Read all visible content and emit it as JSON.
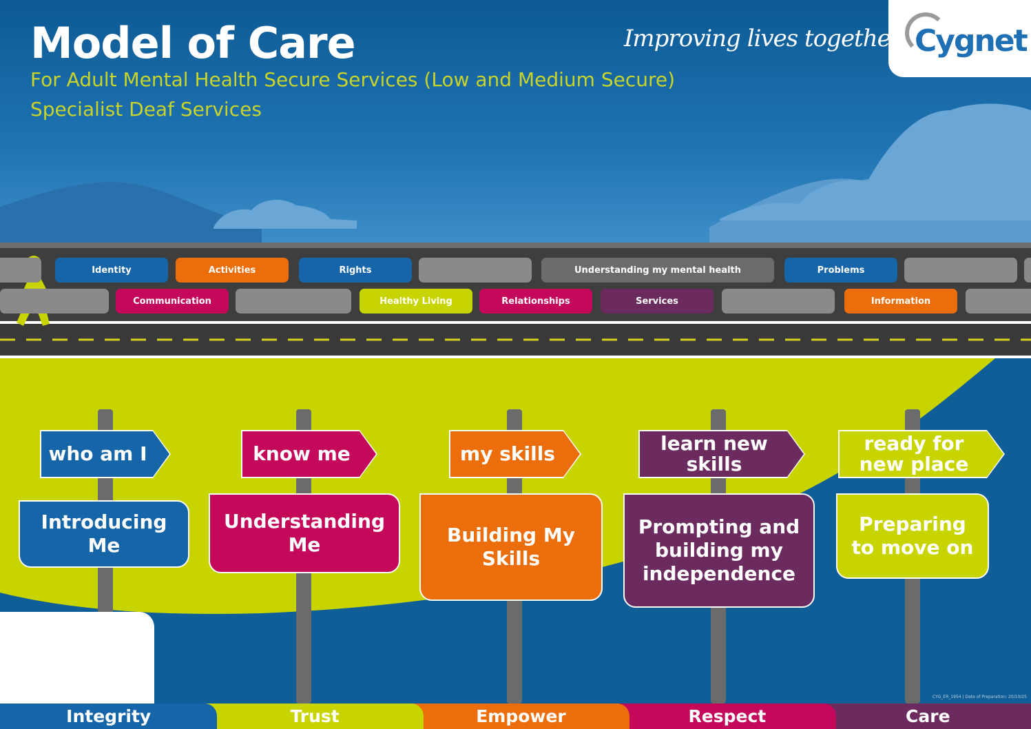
{
  "title": "Model of Care",
  "subtitle_lines": [
    "For Adult Mental Health Secure Services (Low and Medium Secure)",
    "Specialist Deaf Services"
  ],
  "tagline": "Improving lives together",
  "brand": "Cygnet",
  "colors": {
    "sky": "#0f5e97",
    "lime": "#c8d400",
    "blue": "#1565a8",
    "orange": "#ec6d0b",
    "magenta": "#c4095a",
    "purple": "#6b2b5e",
    "grey": "#8a8a8a",
    "road": "#3f3f3f"
  },
  "road_blocks_top": [
    {
      "label": "Identity",
      "color": "blue"
    },
    {
      "label": "Activities",
      "color": "orange"
    },
    {
      "label": "Rights",
      "color": "blue"
    },
    {
      "label": "",
      "color": "grey"
    },
    {
      "label": "Understanding my mental health",
      "color": "darkgrey"
    },
    {
      "label": "Problems",
      "color": "blue"
    },
    {
      "label": "",
      "color": "grey"
    }
  ],
  "road_blocks_bottom": [
    {
      "label": "",
      "color": "grey"
    },
    {
      "label": "Communication",
      "color": "magenta"
    },
    {
      "label": "",
      "color": "grey"
    },
    {
      "label": "Healthy Living",
      "color": "lime"
    },
    {
      "label": "Relationships",
      "color": "magenta"
    },
    {
      "label": "Services",
      "color": "purple"
    },
    {
      "label": "",
      "color": "grey"
    },
    {
      "label": "Information",
      "color": "orange"
    },
    {
      "label": "",
      "color": "grey"
    }
  ],
  "signposts": [
    {
      "arrow": "who am I",
      "box": "Introducing Me",
      "color": "blue"
    },
    {
      "arrow": "know me",
      "box": "Understanding Me",
      "color": "magenta"
    },
    {
      "arrow": "my skills",
      "box": "Building My Skills",
      "color": "orange"
    },
    {
      "arrow": "learn new skills",
      "box": "Prompting and building my independence",
      "color": "purple"
    },
    {
      "arrow": "ready for new place",
      "box": "Preparing to move on",
      "color": "lime"
    }
  ],
  "values": [
    {
      "label": "Integrity",
      "color": "blue"
    },
    {
      "label": "Trust",
      "color": "lime"
    },
    {
      "label": "Empower",
      "color": "orange"
    },
    {
      "label": "Respect",
      "color": "magenta"
    },
    {
      "label": "Care",
      "color": "purple"
    }
  ],
  "footnote": "CYG_ER_1954 | Date of Preparation: 20/10/25"
}
